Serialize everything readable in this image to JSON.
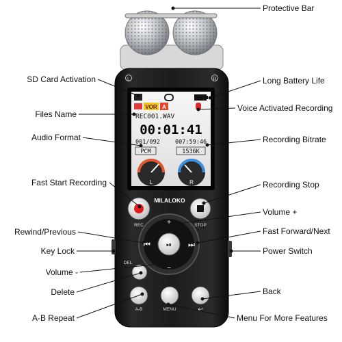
{
  "device": {
    "brand": "MILALOKO",
    "side_marks": {
      "left": "L",
      "right": "R"
    },
    "screen": {
      "file_name": "REC001.WAV",
      "timer": "00:01:41",
      "file_count": "001/092",
      "remaining": "007:59:46",
      "format": "PCM",
      "bitrate": "1536K",
      "meter_left": "L",
      "meter_right": "R",
      "vor_badge": "VOR",
      "a_badge": "A"
    },
    "buttons": {
      "rec": "REC",
      "stop": "STOP",
      "del": "DEL",
      "ab": "A-B",
      "menu": "MENU",
      "back_symbol": "↩",
      "vol_plus": "+",
      "vol_minus": "−",
      "rewind": "⏮",
      "forward": "⏭",
      "play": "⏯"
    }
  },
  "callouts": {
    "left": [
      "SD Card Activation",
      "Files Name",
      "Audio Format",
      "Fast Start Recording",
      "Rewind/Previous",
      "Key Lock",
      "Volume -",
      "Delete",
      "A-B Repeat"
    ],
    "right": [
      "Protective Bar",
      "Long Battery Life",
      "Voice Activated Recording",
      "Recording Bitrate",
      "Recording Stop",
      "Volume +",
      "Fast Forward/Next",
      "Power Switch",
      "Back",
      "Menu For More Features"
    ]
  }
}
